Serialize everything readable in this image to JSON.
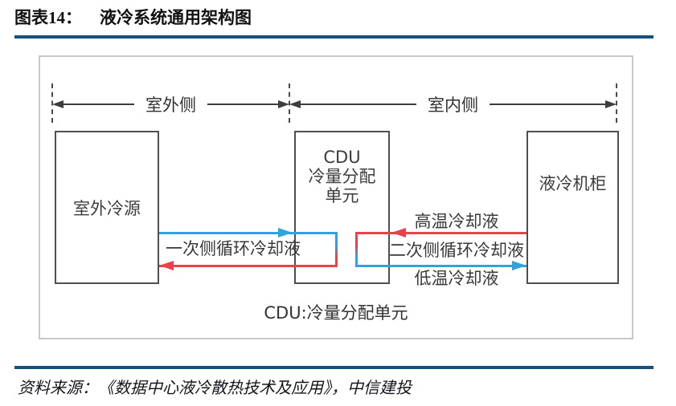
{
  "header": {
    "label_prefix": "图表",
    "figure_number": "14",
    "separator": "：",
    "title": "液冷系统通用架构图"
  },
  "zones": {
    "outdoor_label": "室外侧",
    "indoor_label": "室内侧"
  },
  "boxes": {
    "outdoor_source": "室外冷源",
    "cdu_line1": "CDU",
    "cdu_line2": "冷量分配",
    "cdu_line3": "单元",
    "cabinet": "液冷机柜"
  },
  "flows": {
    "primary_loop_label": "一次侧循环冷却液",
    "secondary_loop_label": "二次侧循环冷却液",
    "high_temp_label": "高温冷却液",
    "low_temp_label": "低温冷却液"
  },
  "caption": "CDU:冷量分配单元",
  "footer": {
    "source": "资料来源：《数据中心液冷散热技术及应用》，中信建投"
  },
  "colors": {
    "accent_navy": "#15517f",
    "arrow_blue": "#2fa3e0",
    "arrow_red": "#e8434b",
    "box_border": "#4f4f4f",
    "frame_border": "#c9c9c9"
  }
}
